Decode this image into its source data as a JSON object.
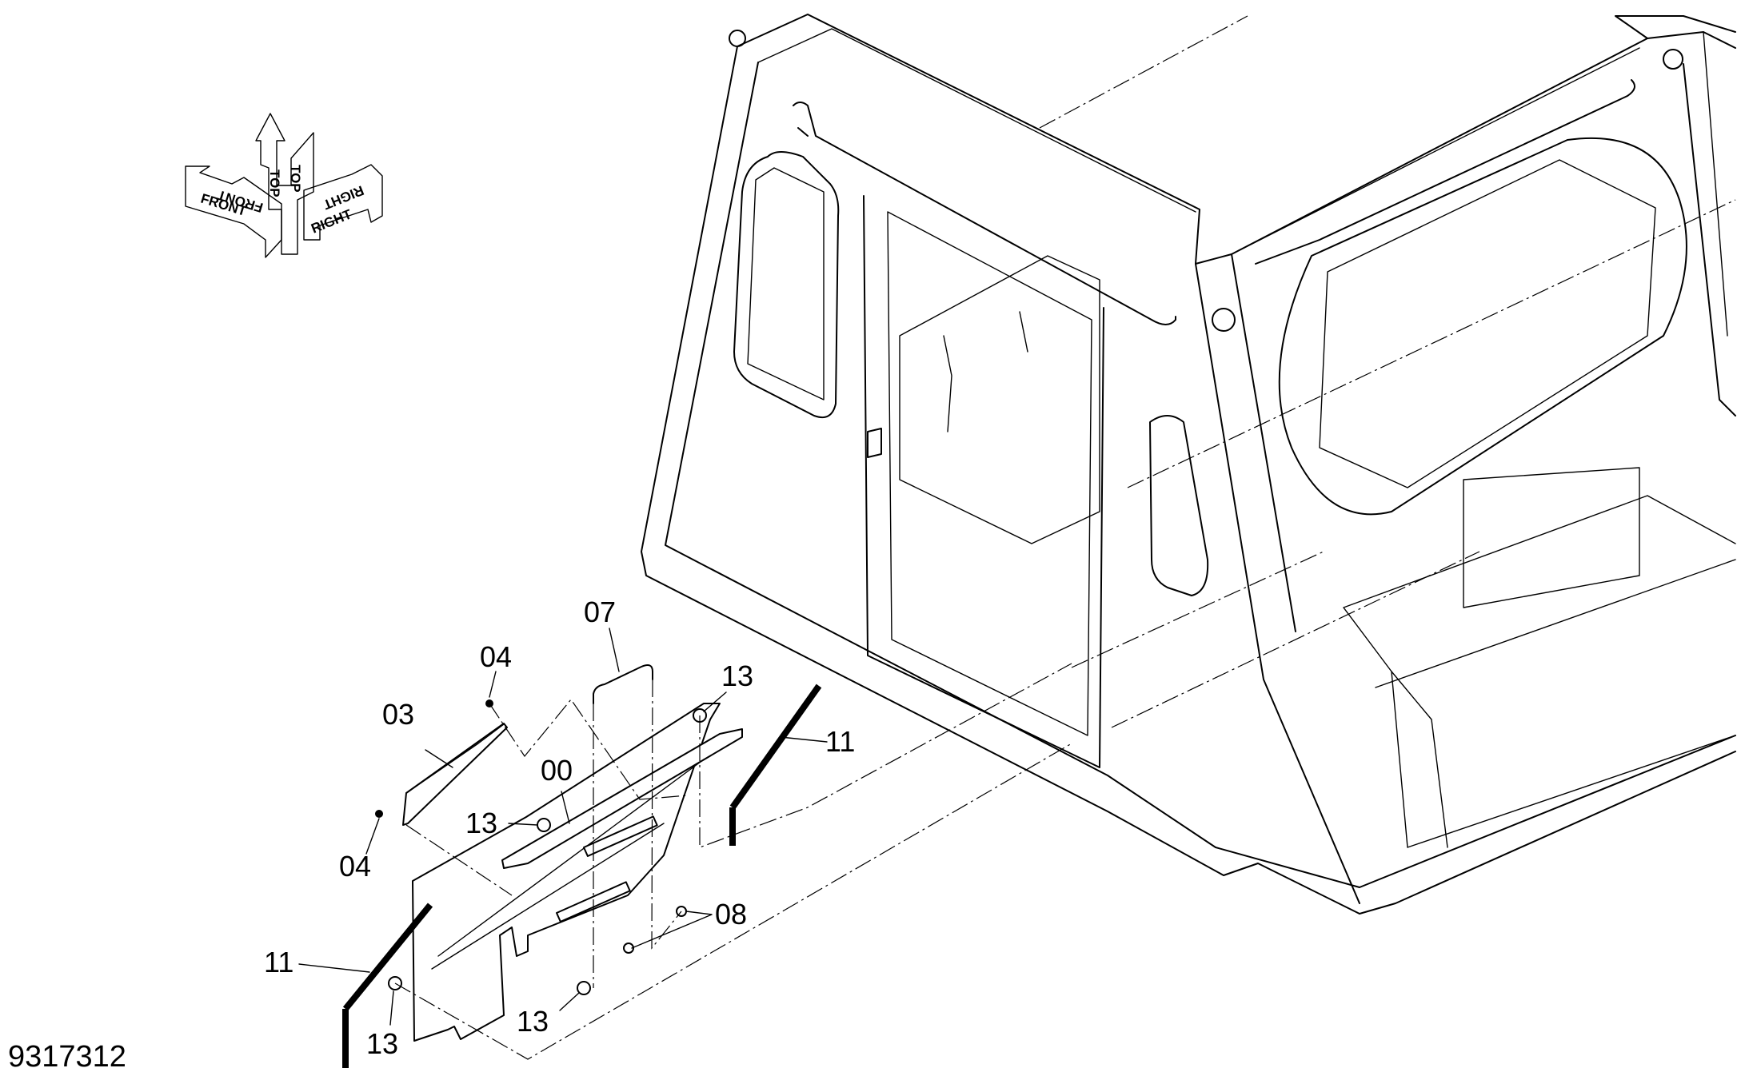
{
  "figure": {
    "number": "9317312"
  },
  "orientation_indicator": {
    "front": "FRONT",
    "top": "TOP",
    "right": "RIGHT"
  },
  "callouts": {
    "c00": "00",
    "c03": "03",
    "c04_top": "04",
    "c04_left": "04",
    "c07": "07",
    "c08": "08",
    "c11_right": "11",
    "c11_left": "11",
    "c13_top": "13",
    "c13_mid": "13",
    "c13_bottom": "13",
    "c13_left": "13"
  }
}
